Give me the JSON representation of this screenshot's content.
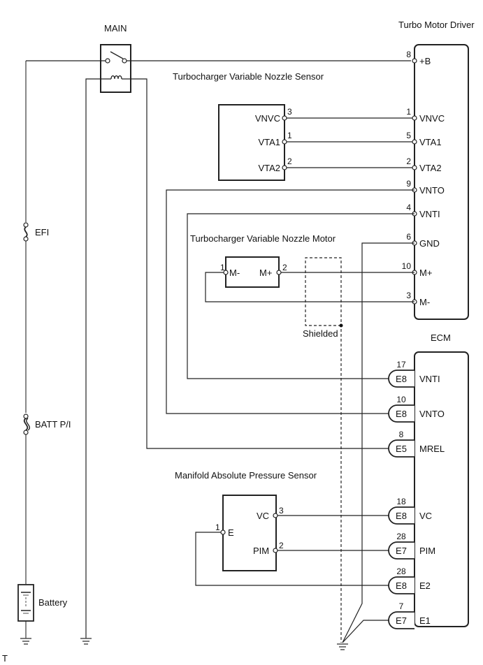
{
  "diagram": {
    "corner_mark": "T",
    "components": {
      "main_relay": {
        "label": "MAIN"
      },
      "turbo_motor_driver": {
        "label": "Turbo Motor Driver",
        "pins": [
          {
            "num": "8",
            "name": "+B"
          },
          {
            "num": "1",
            "name": "VNVC"
          },
          {
            "num": "5",
            "name": "VTA1"
          },
          {
            "num": "2",
            "name": "VTA2"
          },
          {
            "num": "9",
            "name": "VNTO"
          },
          {
            "num": "4",
            "name": "VNTI"
          },
          {
            "num": "6",
            "name": "GND"
          },
          {
            "num": "10",
            "name": "M+"
          },
          {
            "num": "3",
            "name": "M-"
          }
        ]
      },
      "nozzle_sensor": {
        "label": "Turbocharger Variable Nozzle Sensor",
        "pins": [
          {
            "num": "3",
            "name": "VNVC"
          },
          {
            "num": "1",
            "name": "VTA1"
          },
          {
            "num": "2",
            "name": "VTA2"
          }
        ]
      },
      "nozzle_motor": {
        "label": "Turbocharger Variable Nozzle Motor",
        "pins": [
          {
            "num": "1",
            "name": "M-"
          },
          {
            "num": "2",
            "name": "M+"
          }
        ]
      },
      "shield": {
        "label": "Shielded"
      },
      "ecm": {
        "label": "ECM",
        "pins": [
          {
            "num": "17",
            "connector": "E8",
            "name": "VNTI"
          },
          {
            "num": "10",
            "connector": "E8",
            "name": "VNTO"
          },
          {
            "num": "8",
            "connector": "E5",
            "name": "MREL"
          },
          {
            "num": "18",
            "connector": "E8",
            "name": "VC"
          },
          {
            "num": "28",
            "connector": "E7",
            "name": "PIM"
          },
          {
            "num": "28",
            "connector": "E8",
            "name": "E2"
          },
          {
            "num": "7",
            "connector": "E7",
            "name": "E1"
          }
        ]
      },
      "map_sensor": {
        "label": "Manifold Absolute Pressure Sensor",
        "pins": [
          {
            "num": "3",
            "name": "VC"
          },
          {
            "num": "2",
            "name": "PIM"
          },
          {
            "num": "1",
            "name": "E"
          }
        ]
      },
      "fuse_efi": {
        "label": "EFI"
      },
      "fuse_batt": {
        "label": "BATT P/I"
      },
      "battery": {
        "label": "Battery"
      }
    }
  }
}
